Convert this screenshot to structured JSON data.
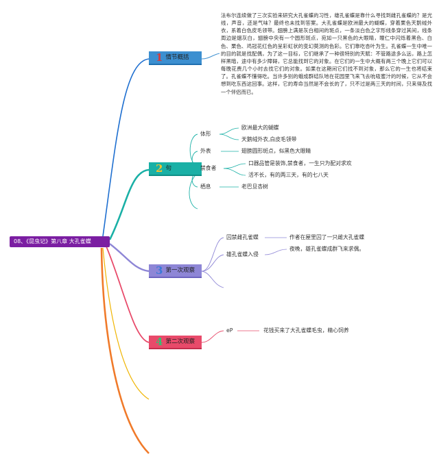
{
  "root": {
    "label": "08、《昆虫记》第八章 大孔雀蝶"
  },
  "branches": [
    {
      "num": "1",
      "label": "情节概括",
      "paragraph": "法布尔连续做了三次实验来研究大孔雀蝶的习性，雄孔雀蝶是靠什么寻找到雌孔雀蝶的？是光线，声音，还是气味？最终也未找到答案。大孔雀蝶是欧洲最大的蝴蝶，穿着栗色天鹅绒外衣，系着白色皮毛领带。翅膀上满是灰白相间的斑点，一条淡白色之字形线条穿过其间，线条周边是烟灰白，翅膀中央有一个圆形斑点，宛如一只黑色的大眼睛，瞳仁中闪烁着黑色、白色、栗色、鸡冠花红色的呈彩虹状的变幻莫测的色彩。它们靠吃杏叶为生。孔雀蝶一生中唯一的目的就是找配偶，为了这一目标，它们继承了一种很特别的天赋：不管路途多么远，路上怎样黑暗，途中有多少障碍，它总能找到它的对象。在它们的一生中大概有两三个晚上它们可以每晚花费几个小时去找它们的对象。如果在这期间它们找不到对象，那么它的一生也将结束了。孔雀蝶不懂得吃。当许多别的蛾成群结队地在花园里飞来飞去吮吸蜜汁的时候，它从不会想到吃东西这回事。这样，它的寿命当然是不会长的了，只不过是两三天的时间，只来得及找一个伴侣而已。"
    },
    {
      "num": "2",
      "label": "句",
      "items": [
        {
          "label": "体形",
          "children": [
            "欧洲最大的蝴蝶",
            "天鹅绒外衣,白皮毛领带"
          ]
        },
        {
          "label": "外表",
          "children": [
            "翅膀圆形斑点，似黑色大眼睛"
          ]
        },
        {
          "label": "禁食者",
          "children": [
            "口器品管是装饰,禁食者，一生只为配对求欢",
            "活不长，有的两三天，有的七八天"
          ]
        },
        {
          "label": "栖息",
          "children": [
            "老巴旦杏树"
          ]
        }
      ]
    },
    {
      "num": "3",
      "label": "第一次观察",
      "items": [
        {
          "label": "囚禁雌孔雀蝶",
          "children": [
            "作者在屋里囚了一只雌大孔雀蝶"
          ]
        },
        {
          "label": "雄孔雀蝶入侵",
          "children": [
            "夜晚，雄孔雀蝶成群飞来求偶。"
          ]
        }
      ]
    },
    {
      "num": "4",
      "label": "第二次观察",
      "items": [
        {
          "label": "eP",
          "children": [
            "花钱买来了大孔雀蝶毛虫，精心饲养"
          ]
        }
      ]
    }
  ],
  "colors": {
    "root": "#7b1ea2",
    "branch1": "#3c8fd0",
    "branch2": "#1ab0a6",
    "branch3": "#8e86d6",
    "branch4": "#e84a6a",
    "branch5": "#f0b400",
    "branch6": "#f07a2a"
  }
}
